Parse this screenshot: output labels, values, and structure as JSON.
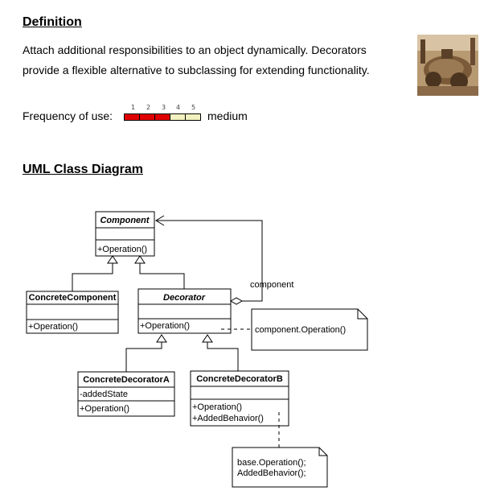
{
  "definition": {
    "heading": "Definition",
    "line1": "Attach additional responsibilities to an object dynamically. Decorators",
    "line2": "provide a flexible alternative to subclassing for extending functionality."
  },
  "frequency": {
    "label": "Frequency of use:",
    "scale": [
      "1",
      "2",
      "3",
      "4",
      "5"
    ],
    "value": 3,
    "max": 5,
    "level": "medium",
    "on_color": "#e00000",
    "off_color": "#f2f2c0"
  },
  "uml": {
    "heading": "UML Class Diagram",
    "component": {
      "name": "Component",
      "operation": "+Operation()"
    },
    "concrete_component": {
      "name": "ConcreteComponent",
      "operation": "+Operation()"
    },
    "decorator": {
      "name": "Decorator",
      "operation": "+Operation()"
    },
    "association_label": "component",
    "decorator_note": "component.Operation()",
    "concrete_decorator_a": {
      "name": "ConcreteDecoratorA",
      "field": "-addedState",
      "operation": "+Operation()"
    },
    "concrete_decorator_b": {
      "name": "ConcreteDecoratorB",
      "operation": "+Operation()",
      "behavior": "+AddedBehavior()"
    },
    "b_note_line1": "base.Operation();",
    "b_note_line2": "AddedBehavior();"
  }
}
